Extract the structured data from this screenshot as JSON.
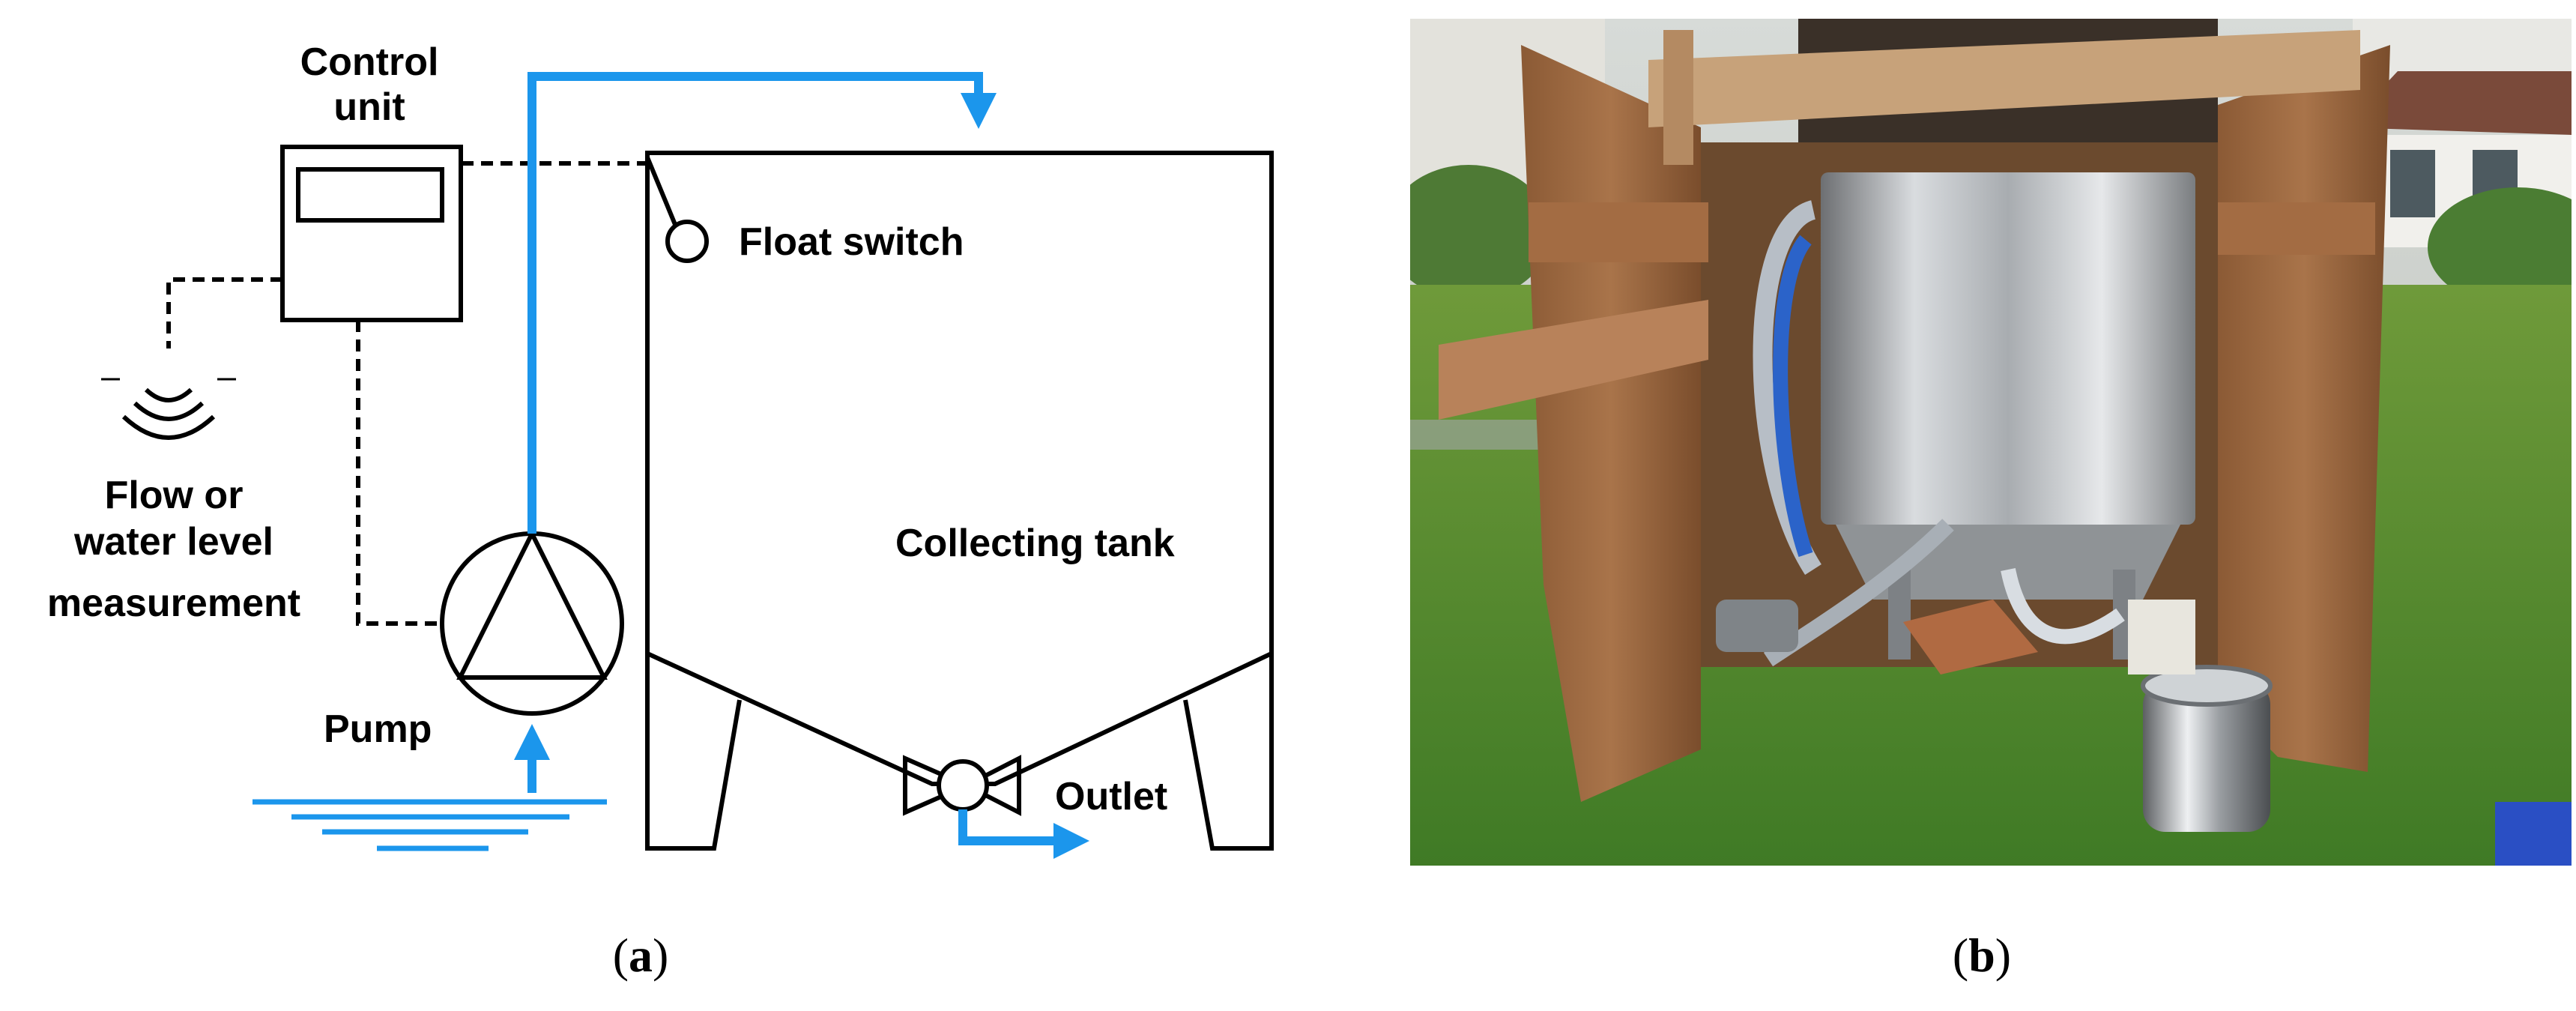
{
  "panel_a": {
    "caption_open": "(",
    "caption_letter": "a",
    "caption_close": ")",
    "labels": {
      "control_unit_line1": "Control",
      "control_unit_line2": "unit",
      "float_switch": "Float switch",
      "flow_line1": "Flow or",
      "flow_line2": "water level",
      "flow_line3": "measurement",
      "collecting_tank": "Collecting tank",
      "pump": "Pump",
      "outlet": "Outlet"
    },
    "colors": {
      "water": "#1b96ec",
      "line": "#000000"
    }
  },
  "panel_b": {
    "caption_open": "(",
    "caption_letter": "b",
    "caption_close": ")",
    "photo_description_icon": "photo-icon"
  }
}
